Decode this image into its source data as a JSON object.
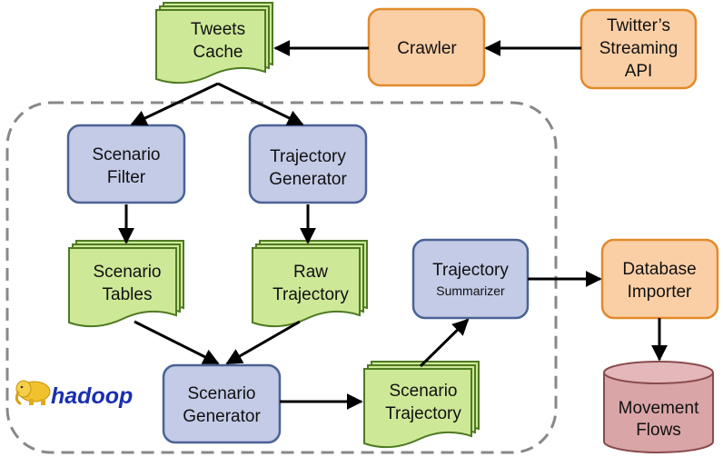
{
  "nodes": {
    "tweets_cache": {
      "line1": "Tweets",
      "line2": "Cache"
    },
    "crawler": {
      "label": "Crawler"
    },
    "streaming_api": {
      "line1": "Twitter’s",
      "line2": "Streaming",
      "line3": "API"
    },
    "scenario_filter": {
      "line1": "Scenario",
      "line2": "Filter"
    },
    "trajectory_generator": {
      "line1": "Trajectory",
      "line2": "Generator"
    },
    "scenario_tables": {
      "line1": "Scenario",
      "line2": "Tables"
    },
    "raw_trajectory": {
      "line1": "Raw",
      "line2": "Trajectory"
    },
    "trajectory_summarizer": {
      "line1": "Trajectory",
      "line2": "Summarizer"
    },
    "database_importer": {
      "line1": "Database",
      "line2": "Importer"
    },
    "scenario_generator": {
      "line1": "Scenario",
      "line2": "Generator"
    },
    "scenario_trajectory": {
      "line1": "Scenario",
      "line2": "Trajectory"
    },
    "movement_flows": {
      "line1": "Movement",
      "line2": "Flows"
    }
  },
  "logo": {
    "text": "hadoop"
  },
  "colors": {
    "process_fill": "#c3cbe6",
    "process_stroke": "#4a6396",
    "data_fill": "#cde897",
    "data_stroke": "#4e7a22",
    "external_fill": "#fbcfa6",
    "external_stroke": "#e28a2a",
    "store_fill": "#d9a5a7",
    "store_stroke": "#8a4b4e",
    "boundary": "#888888",
    "arrow": "#000000"
  }
}
